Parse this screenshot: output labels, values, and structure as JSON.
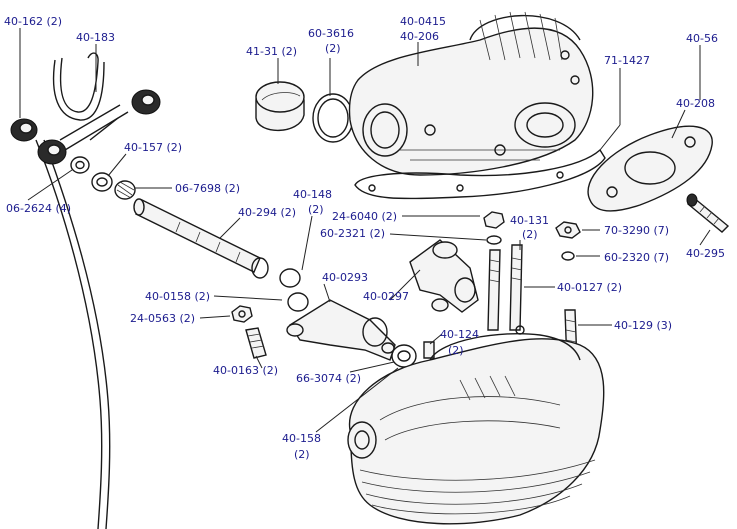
{
  "colors": {
    "label": "#1c1c8e",
    "line": "#1a1a1a",
    "background": "#ffffff"
  },
  "labels": {
    "p40_162": "40-162 (2)",
    "p40_183": "40-183",
    "p41_31": "41-31 (2)",
    "p60_3616_a": "60-3616",
    "p60_3616_b": "(2)",
    "p40_0415": "40-0415",
    "p40_206": "40-206",
    "p40_56": "40-56",
    "p71_1427": "71-1427",
    "p40_208": "40-208",
    "p40_157": "40-157 (2)",
    "p06_7698": "06-7698 (2)",
    "p06_2624": "06-2624 (4)",
    "p40_148_a": "40-148",
    "p40_148_b": "(2)",
    "p40_294": "40-294 (2)",
    "p24_6040": "24-6040 (2)",
    "p60_2321": "60-2321 (2)",
    "p40_131_a": "40-131",
    "p40_131_b": "(2)",
    "p70_3290": "70-3290 (7)",
    "p40_295": "40-295",
    "p60_2320": "60-2320 (7)",
    "p40_0293": "40-0293",
    "p40_0297": "40-0297",
    "p40_0127": "40-0127 (2)",
    "p40_0158": "40-0158 (2)",
    "p24_0563": "24-0563 (2)",
    "p40_124_a": "40-124",
    "p40_124_b": "(2)",
    "p40_129": "40-129 (3)",
    "p40_0163": "40-0163 (2)",
    "p66_3074": "66-3074 (2)",
    "p40_158_a": "40-158",
    "p40_158_b": "(2)"
  }
}
